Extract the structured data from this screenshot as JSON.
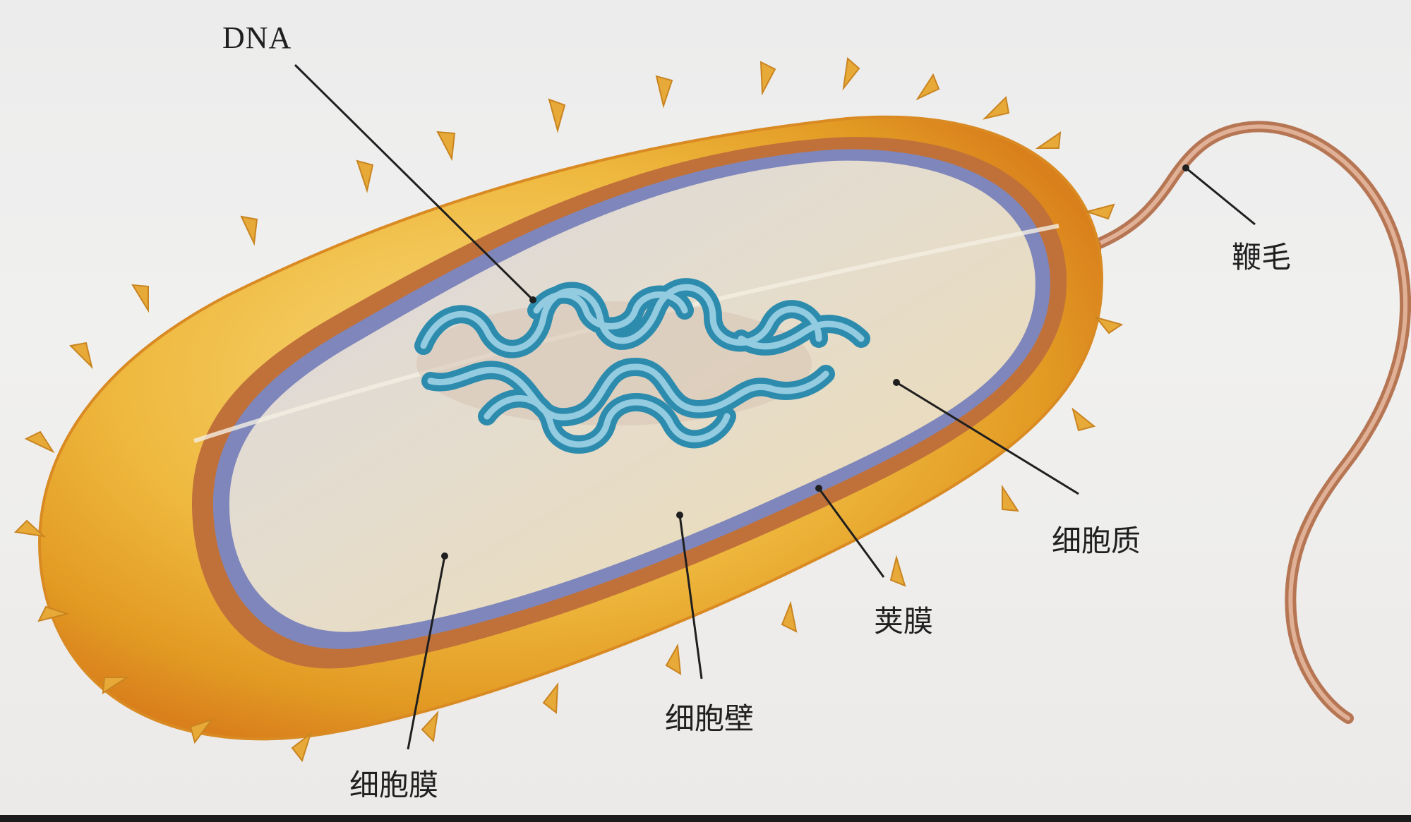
{
  "diagram": {
    "labels": {
      "dna": "DNA",
      "flagellum": "鞭毛",
      "cytoplasm": "细胞质",
      "capsule": "荚膜",
      "cell_wall": "细胞壁",
      "cell_membrane": "细胞膜"
    },
    "colors": {
      "background": "#eeeeed",
      "capsule_outer": "#e6a326",
      "capsule_inner": "#f2c653",
      "cell_wall": "#b56d35",
      "cell_membrane": "#7e86b8",
      "cytoplasm": "#e9e0cc",
      "dna": "#2b8fb0",
      "flagellum": "#c98b63",
      "leader_line": "#1f1f1f"
    }
  }
}
